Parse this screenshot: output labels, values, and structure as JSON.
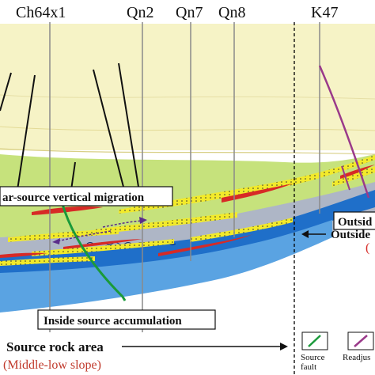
{
  "wells": [
    {
      "name": "Ch64x1"
    },
    {
      "name": "Qn2"
    },
    {
      "name": "Qn7"
    },
    {
      "name": "Qn8"
    },
    {
      "name": "K47"
    }
  ],
  "labels": {
    "vertical_migration": "ar-source vertical migration",
    "inside_accumulation": "Inside source accumulation",
    "outside_box": "Outsid",
    "outside_arrow_text": "Outside"
  },
  "bottom": {
    "source_rock_area": "Source rock area",
    "slope": "(Middle-low slope)"
  },
  "legend": [
    {
      "icon": "source-fault-line",
      "label": "Source fault",
      "color": "#1a9a3a"
    },
    {
      "icon": "readjusted-fault-line",
      "label": "Readjus",
      "color": "#9a3a8a"
    }
  ],
  "colors": {
    "upper_strata": "#f6f3c6",
    "green_layer": "#c6e27c",
    "sand_yellow": "#f2ea2a",
    "gray_layer": "#aeb6c6",
    "blue_layer": "#1f6fc9",
    "red_layer": "#d72a26",
    "source_fault": "#1a9a3a",
    "readjusted_fault": "#9a3a8a"
  }
}
